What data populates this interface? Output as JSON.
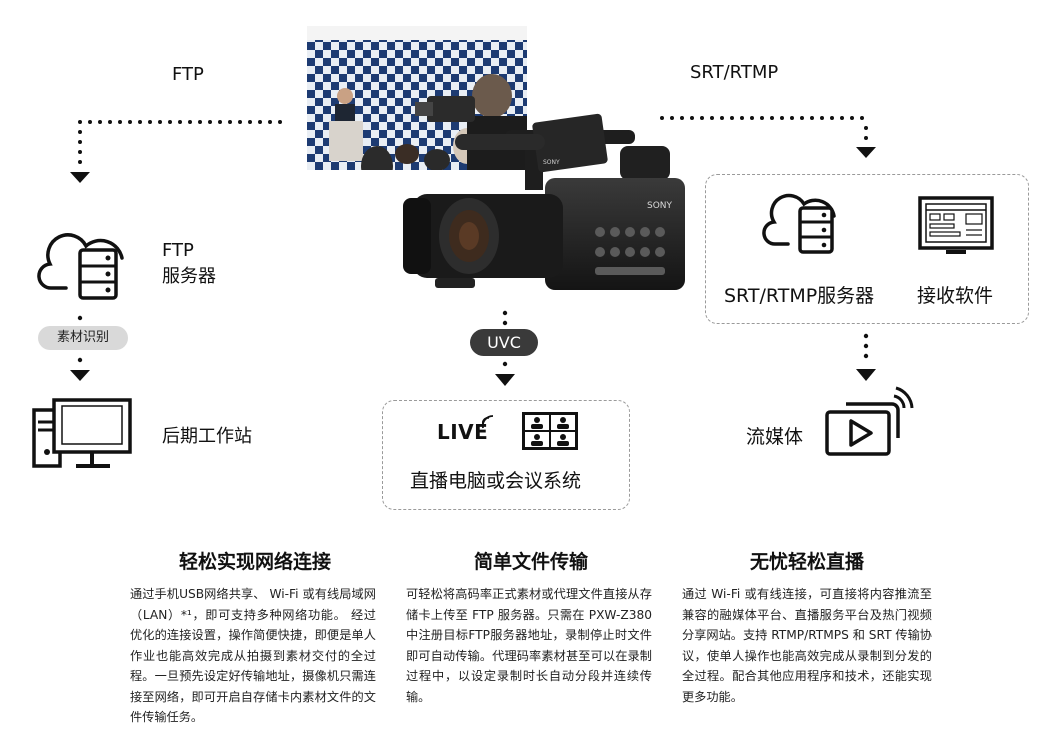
{
  "ftp_label": "FTP",
  "srt_label": "SRT/RTMP",
  "ftp_server_label_1": "FTP",
  "ftp_server_label_2": "服务器",
  "material_tag": "素材识别",
  "workstation_label": "后期工作站",
  "uvc_label": "UVC",
  "live_text": "LIVE",
  "live_system_label": "直播电脑或会议系统",
  "srt_server_label": "SRT/RTMP服务器",
  "receive_software_label": "接收软件",
  "streaming_label": "流媒体",
  "camera_brand_small": "SONY",
  "camera_brand": "SONY",
  "colors": {
    "text": "#111111",
    "tag_bg": "#d9d9d9",
    "uvc_bg": "#3a3a3a",
    "dash": "#9a9a9a"
  },
  "features": [
    {
      "title": "轻松实现网络连接",
      "body": "通过手机USB网络共享、 Wi-Fi 或有线局域网（LAN）*¹，即可支持多种网络功能。 经过优化的连接设置，操作简便快捷，即便是单人作业也能高效完成从拍摄到素材交付的全过程。一旦预先设定好传输地址，摄像机只需连接至网络，即可开启自存储卡内素材文件的文件传输任务。"
    },
    {
      "title": "简单文件传输",
      "body": "可轻松将高码率正式素材或代理文件直接从存储卡上传至 FTP 服务器。只需在 PXW-Z380中注册目标FTP服务器地址，录制停止时文件即可自动传输。代理码率素材甚至可以在录制过程中，以设定录制时长自动分段并连续传输。"
    },
    {
      "title": "无忧轻松直播",
      "body": "通过 Wi-Fi 或有线连接，可直接将内容推流至兼容的融媒体平台、直播服务平台及热门视频分享网站。支持 RTMP/RTMPS 和 SRT 传输协议，使单人操作也能高效完成从录制到分发的全过程。配合其他应用程序和技术，还能实现更多功能。"
    }
  ]
}
